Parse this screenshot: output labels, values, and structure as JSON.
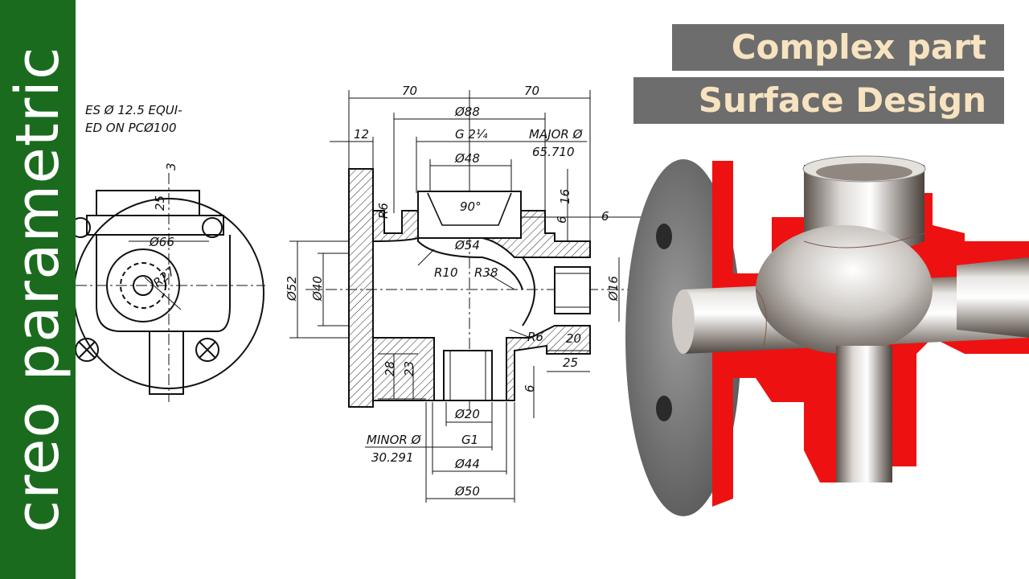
{
  "sidebar": {
    "brand": "creo parametric"
  },
  "title": {
    "line1": "Complex part",
    "line2": "Surface Design"
  },
  "colors": {
    "sidebar_green": "#1b6b1f",
    "title_box": "#6d6d6d",
    "title_text": "#f7e3c0",
    "section_red": "#ee1111"
  },
  "drawing": {
    "note_line1": "ES Ø 12.5 EQUI-",
    "note_line2": "ED ON PCØ100",
    "dims": {
      "d3": "3",
      "d25": "25",
      "dia66": "Ø66",
      "r27": "R27",
      "d70a": "70",
      "d70b": "70",
      "dia88": "Ø88",
      "d12": "12",
      "g": "G 2¼",
      "major": "MAJOR Ø",
      "major_val": "65.710",
      "dia48": "Ø48",
      "r6a": "R6",
      "a90": "90°",
      "d16": "16",
      "d6a": "6",
      "d6b": "6",
      "dia54": "Ø54",
      "r10": "R10",
      "r38": "R38",
      "dia52": "Ø52",
      "dia40": "Ø40",
      "dia16": "Ø16",
      "r6b": "R6",
      "d20": "20",
      "d25b": "25",
      "d28": "28",
      "d23": "23",
      "d6c": "6",
      "dia20": "Ø20",
      "minor": "MINOR Ø",
      "minor_val": "30.291",
      "g1": "G1",
      "dia44": "Ø44",
      "dia50": "Ø50"
    }
  }
}
